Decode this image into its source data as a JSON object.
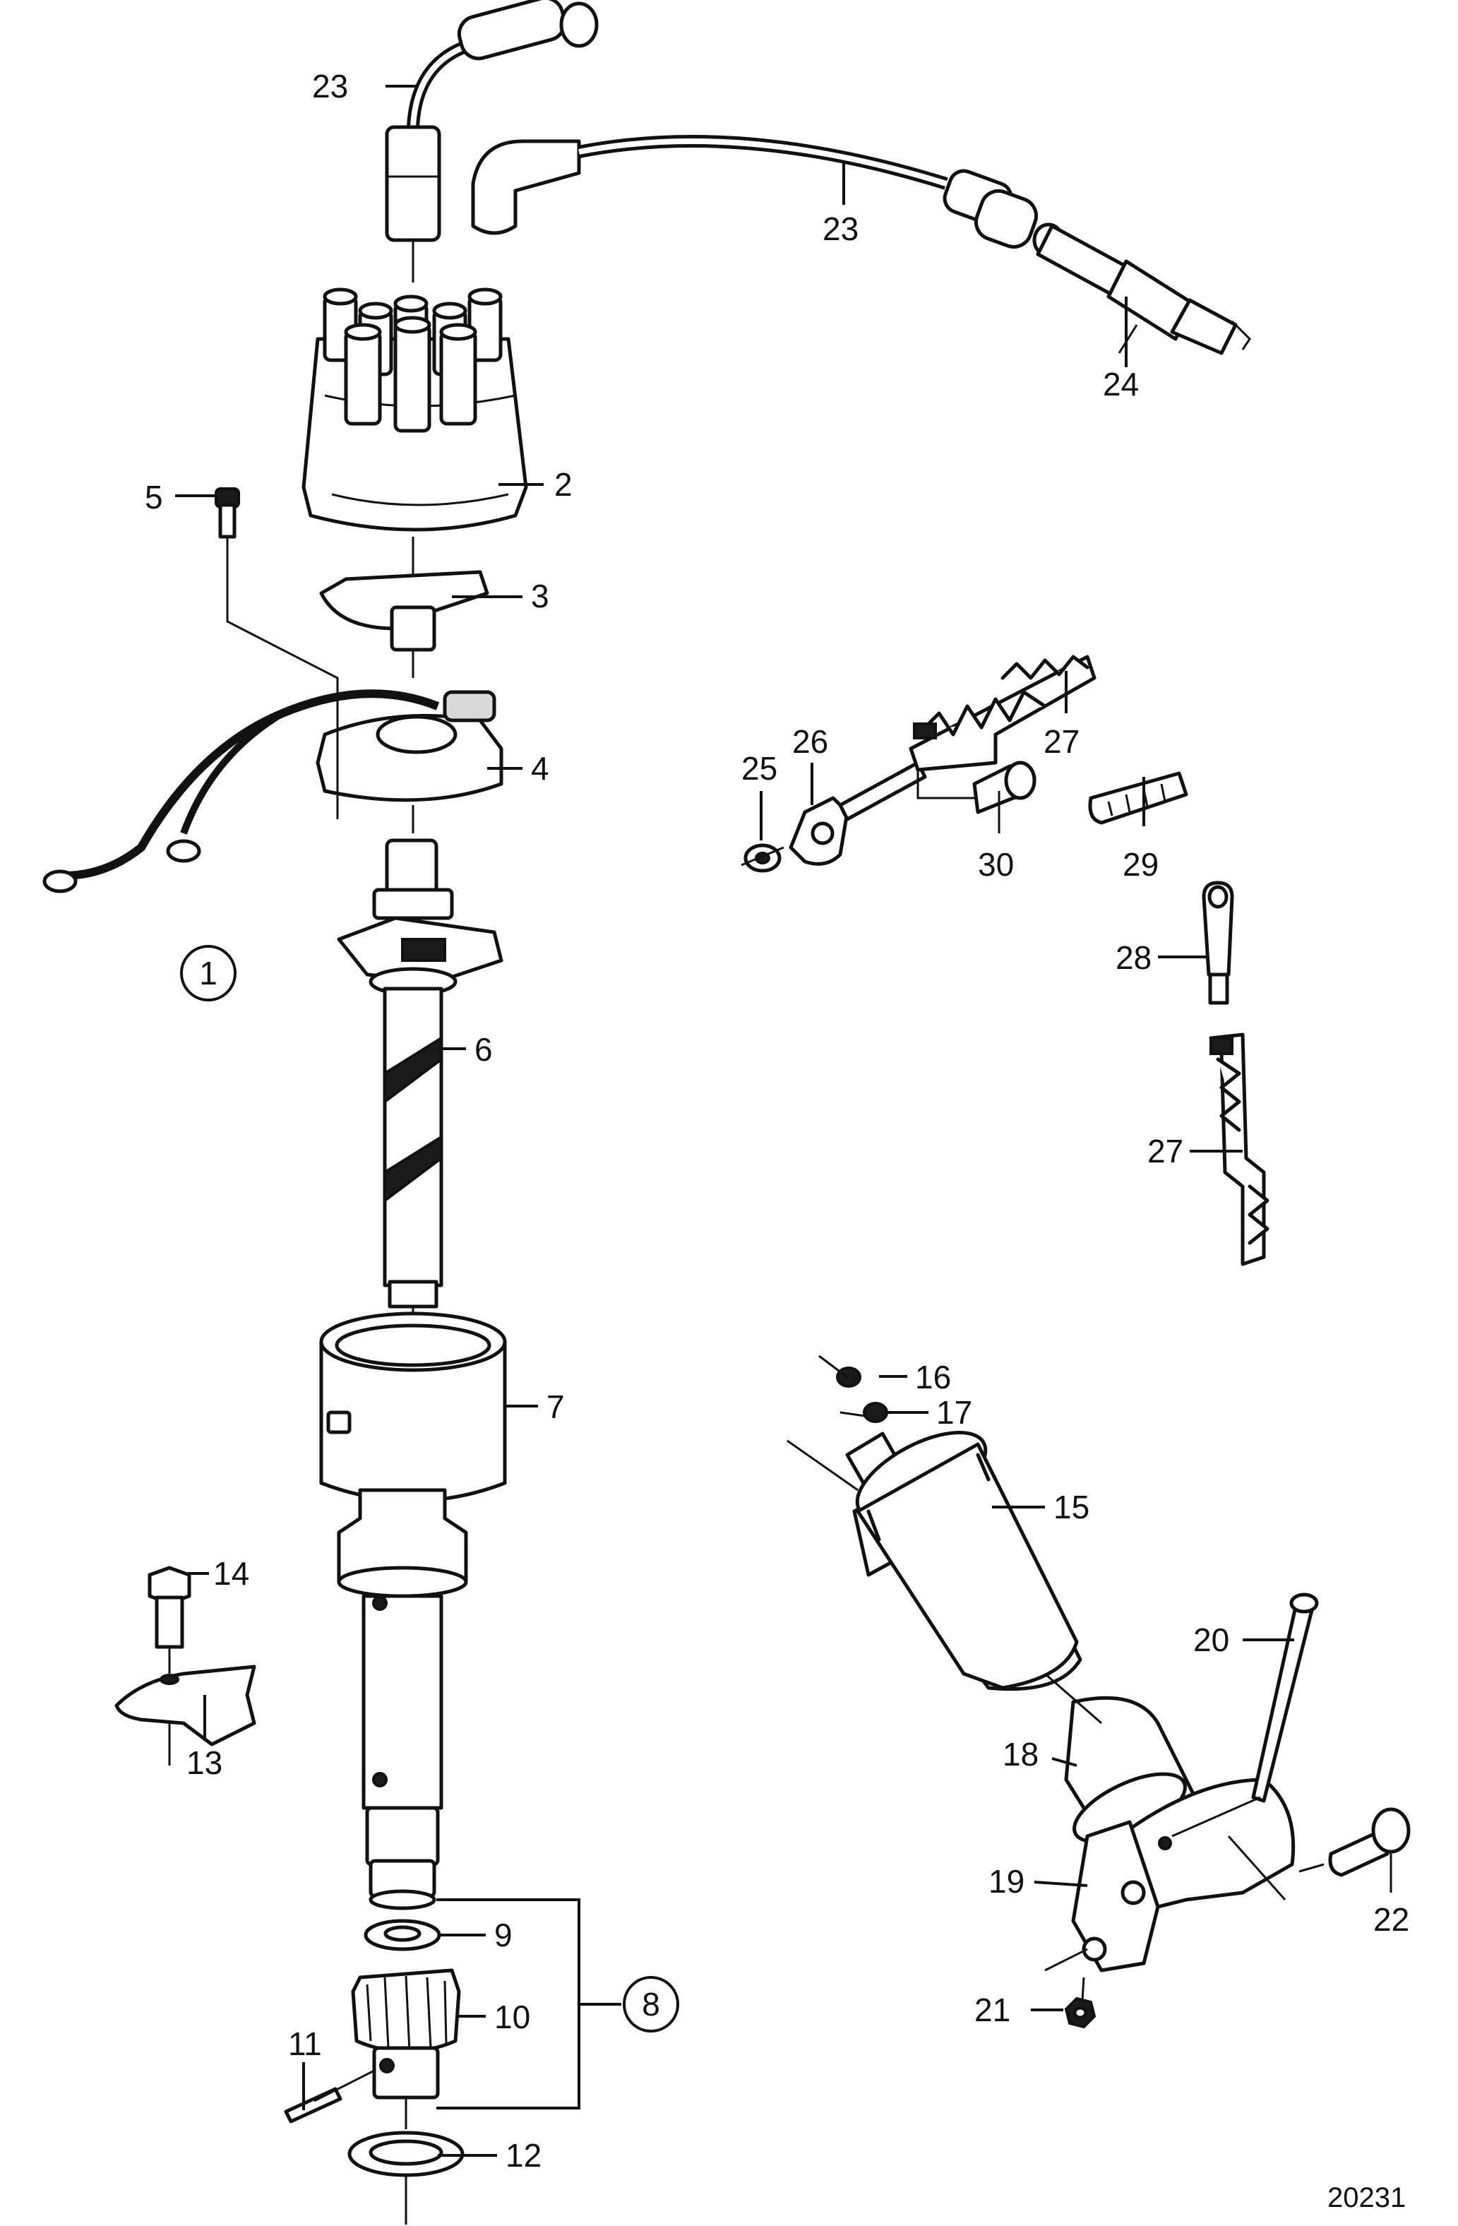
{
  "labels": {
    "p1": "1",
    "p2": "2",
    "p3": "3",
    "p4": "4",
    "p5": "5",
    "p6": "6",
    "p7": "7",
    "p8": "8",
    "p9": "9",
    "p10": "10",
    "p11": "11",
    "p12": "12",
    "p13": "13",
    "p14": "14",
    "p15": "15",
    "p16": "16",
    "p17": "17",
    "p18": "18",
    "p19": "19",
    "p20": "20",
    "p21": "21",
    "p22": "22",
    "p23": "23",
    "p24": "24",
    "p25": "25",
    "p26": "26",
    "p27": "27",
    "p28": "28",
    "p29": "29",
    "p30": "30"
  },
  "reference_number": "20231"
}
